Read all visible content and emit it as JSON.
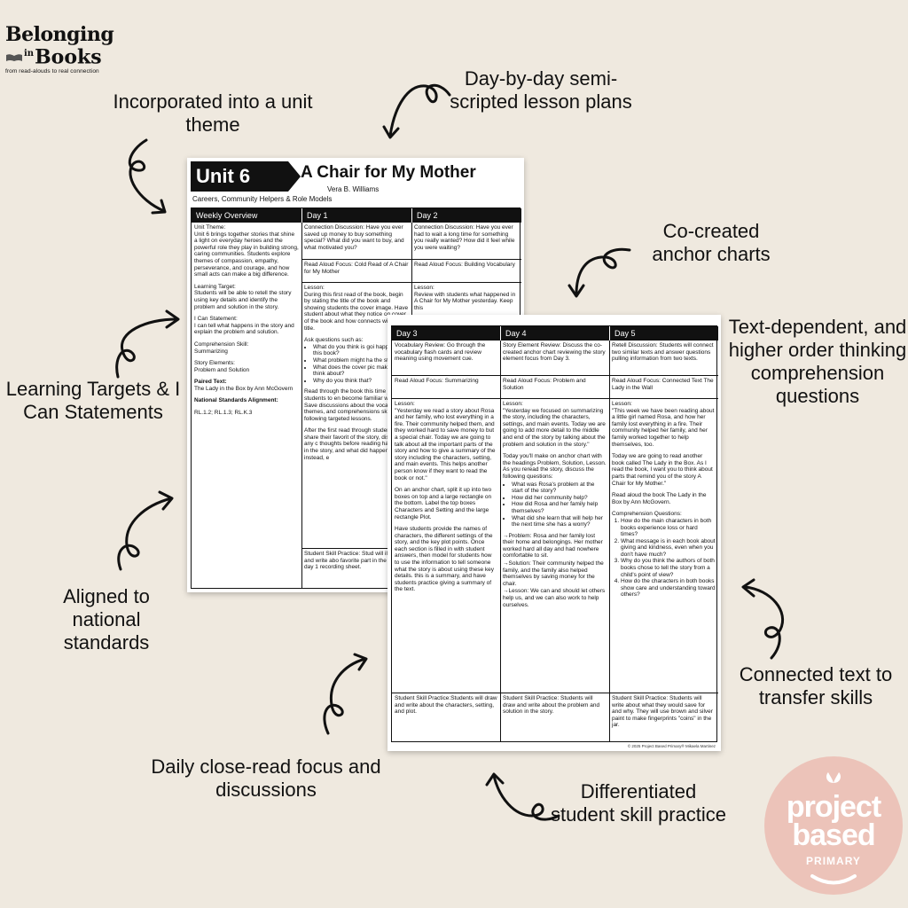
{
  "logo": {
    "line1": "Belonging",
    "in_word": "in",
    "line2": "Books",
    "tagline": "from read-alouds to real connection"
  },
  "callouts": {
    "unit_theme": "Incorporated into a unit theme",
    "lesson_plans": "Day-by-day semi-scripted lesson plans",
    "anchor_charts": "Co-created anchor charts",
    "text_dependent": "Text-dependent, and higher order thinking comprehension questions",
    "learning_targets": "Learning Targets & I Can Statements",
    "standards": "Aligned to national standards",
    "connected_text": "Connected text to transfer skills",
    "close_read": "Daily close-read focus and discussions",
    "differentiated": "Differentiated student skill practice"
  },
  "page1": {
    "unit_label": "Unit 6",
    "title": "A Chair for My Mother",
    "author": "Vera B. Williams",
    "subtitle": "Careers, Community Helpers & Role Models",
    "headers": [
      "Weekly Overview",
      "Day 1",
      "Day 2"
    ],
    "overview": {
      "theme_label": "Unit Theme:",
      "theme_text": "Unit 6 brings together stories that shine a light on everyday heroes and the powerful role they play in building strong, caring communities. Students explore themes of compassion, empathy, perseverance, and courage, and how small acts can make a big difference.",
      "target_label": "Learning Target:",
      "target_text": "Students will be able to retell the story using key details and identify the problem and solution in the story.",
      "ican_label": "I Can Statement:",
      "ican_text": "I can tell what happens in the story and explain the problem and solution.",
      "skill_label": "Comprehension Skill:",
      "skill_text": "Summarizing",
      "elements_label": "Story Elements:",
      "elements_text": "Problem and Solution",
      "paired_label": "Paired Text:",
      "paired_text": "The Lady in the Box by Ann McGovern",
      "standards_label": "National Standards Alignment:",
      "standards_text": "RL.1.2; RL.1.3; RL.K.3"
    },
    "day1": {
      "connection": "Connection Discussion: Have you ever saved up money to buy something special? What did you want to buy, and what motivated you?",
      "focus": "Read Aloud Focus: Cold Read of A Chair for My Mother",
      "lesson_label": "Lesson:",
      "lesson_text": "During this first read of the book, begin by stating the title of the book and showing students the cover image. Have student about what they notice on cover of the book and how connects with the title.",
      "ask": "Ask questions such as:",
      "q1": "What do you think is goi happen in this book?",
      "q2": "What problem might ha the story?",
      "q3": "What does the cover pic make you think about?",
      "q4": "Why do you think that?",
      "para2": "Read through the book this time just for students to en become familiar with the s Save discussions about the vocabulary, themes, and comprehensions skills for following targeted lessons.",
      "para3": "After the first read through students share their favorit of the story, discuss if any c thoughts before reading happened in the story, and what did happen instead, e",
      "practice": "Student Skill Practice: Stud will illustrate and write abo favorite part in the story or day 1 recording sheet."
    },
    "day2": {
      "connection": "Connection Discussion: Have you ever had to wait a long time for something you really wanted? How did it feel while you were waiting?",
      "focus": "Read Aloud Focus: Building Vocabulary",
      "lesson_label": "Lesson:",
      "lesson_text": "Review with students what happened in A Chair for My Mother yesterday. Keep this"
    }
  },
  "page2": {
    "headers": [
      "Day 3",
      "Day 4",
      "Day 5"
    ],
    "day3": {
      "review": "Vocabulary Review: Go through the vocabulary flash cards and review meaning using movement cue.",
      "focus": "Read Aloud Focus: Summarizing",
      "lesson_label": "Lesson:",
      "p1": "\"Yesterday we read a story about Rosa and her family, who lost everything in a fire. Their community helped them, and they worked hard to save money to but a special chair. Today we are going to talk about all the important parts of the story and how to give a summary of the story including the characters, setting, and main events. This helps another person know if they want to read the book or not.\"",
      "p2": "On an anchor chart, split it up into two boxes on top and a large rectangle on the bottom. Label the top boxes Characters and Setting and the large rectangle Plot.",
      "p3": "Have students provide the names of characters, the different settings of the story, and the key plot points. Once each section is filled in with student answers, then model for students how to use the information to tell someone what the story is about using these key details. this is a summary, and have students practice giving a summary of the text.",
      "practice": "Student Skill Practice:Students will draw and write about the characters, setting, and plot."
    },
    "day4": {
      "review": "Story Element Review: Discuss the co-created anchor chart reviewing the story element focus from Day 3.",
      "focus": "Read Aloud Focus: Problem and Solution",
      "lesson_label": "Lesson:",
      "p1": "\"Yesterday we focused on summarizing the story, including the characters, settings, and main events. Today we are going to add more detail to the middle and end of the story by talking about the problem and solution in the story.\"",
      "p2": "Today you'll make on anchor chart with the headings Problem, Solution, Lesson. As you reread the story, discuss the following questions:",
      "q1": "What was Rosa's problem at the start of the story?",
      "q2": "How did her community help?",
      "q3": "How did Rosa and her family help themselves?",
      "q4": "What did she learn that will help her the next time she has a worry?",
      "p3": "→Problem: Rosa and her family lost their home and belongings. Her mother worked hard all day and had nowhere comfortable to sit.",
      "p4": "→Solution: Their community helped the family, and the family also helped themselves by saving money for the chair.",
      "p5": "→Lesson: We can and should let others help us, and we can also work to help ourselves.",
      "practice": "Student Skill Practice: Students will draw and write about the problem and solution in the story."
    },
    "day5": {
      "review": "Retell Discussion: Students will connect two similar texts and answer questions pulling information from two texts.",
      "focus": "Read Aloud Focus: Connected Text The Lady in the Wall",
      "lesson_label": "Lesson:",
      "p1": "\"This week we have been reading about a little girl named Rosa, and how her family lost everything in a fire. Their community helped her family, and her family worked together to help themselves, too.",
      "p2": "Today we are going to read another book called The Lady in the Box. As I read the book, I want you to think about parts that remind you of the story A Chair for My Mother.\"",
      "p3": "Read aloud the book The Lady in the Box by Ann McGovern.",
      "cq_label": "Comprehension Questions:",
      "q1": "How do the main characters in both books experience loss or hard times?",
      "q2": "What message is in each book about giving and kindness, even when you don't have much?",
      "q3": "Why do you think the authors of both books chose to tell the story from a child's point of view?",
      "q4": "How do the characters in both books show care and understanding toward others?",
      "practice": "Student Skill Practice: Students will write about what they would save for and why. They will use brown and silver paint to make fingerprints \"coins\" in the jar."
    },
    "copyright": "© 2025 Project Based Primary® Mikaela Martinez"
  },
  "badge": {
    "line1": "project",
    "line2": "based",
    "line3": "PRIMARY",
    "color": "#ecc3b9"
  }
}
